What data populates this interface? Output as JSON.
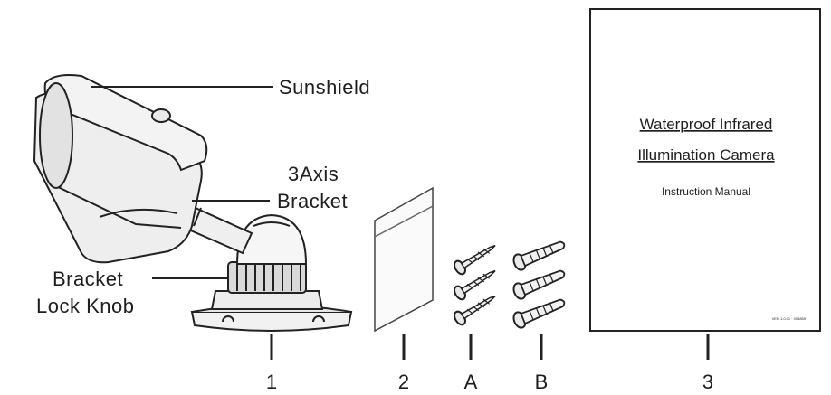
{
  "labels": {
    "sunshield": "Sunshield",
    "bracket_3axis_line1": "3Axis",
    "bracket_3axis_line2": "Bracket",
    "lock_knob_line1": "Bracket",
    "lock_knob_line2": "Lock Knob"
  },
  "items": {
    "camera": "1",
    "bag": "2",
    "screws": "A",
    "anchors": "B",
    "manual": "3"
  },
  "manual": {
    "title_line1": "Waterproof Infrared",
    "title_line2": "Illumination Camera",
    "subtitle": "Instruction Manual",
    "code": "VER 1.0.01 · 004859"
  }
}
